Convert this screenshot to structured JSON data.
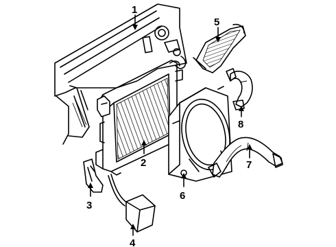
{
  "callouts": [
    {
      "id": 1,
      "label": "1"
    },
    {
      "id": 2,
      "label": "2"
    },
    {
      "id": 3,
      "label": "3"
    },
    {
      "id": 4,
      "label": "4"
    },
    {
      "id": 5,
      "label": "5"
    },
    {
      "id": 6,
      "label": "6"
    },
    {
      "id": 7,
      "label": "7"
    },
    {
      "id": 8,
      "label": "8"
    }
  ],
  "colors": {
    "line": "#000000",
    "background": "#ffffff"
  }
}
